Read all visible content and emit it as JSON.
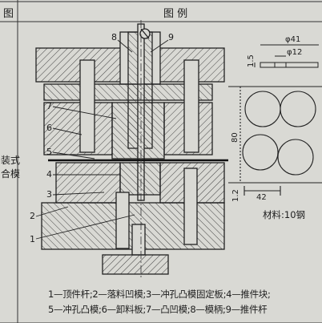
{
  "header": {
    "left": "图",
    "right": "图  例"
  },
  "side_labels": [
    "装式",
    "合模"
  ],
  "part_numbers": [
    "8",
    "9",
    "7",
    "6",
    "5",
    "4",
    "3",
    "2",
    "1"
  ],
  "dimensions": {
    "outer_diameter": "φ41",
    "inner_diameter": "φ12",
    "thickness": "1.5",
    "height": "80",
    "width": "42",
    "gap": "1.2"
  },
  "material_note": "材料:10钢",
  "caption_lines": [
    "1—顶件杆;2—落料凹模;3—冲孔凸模固定板;4—推件块;",
    "5—冲孔凸模;6—卸料板;7—凸凹模;8—模柄;9—推件杆"
  ]
}
